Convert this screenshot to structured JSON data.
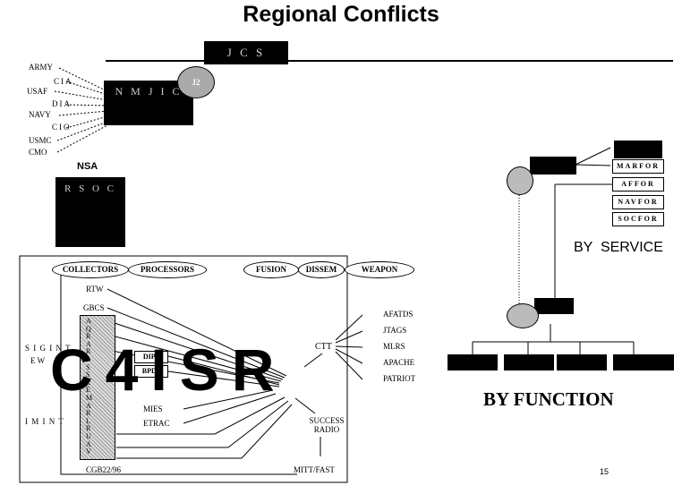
{
  "title": "Regional Conflicts",
  "top": {
    "jcs": "J C S",
    "nmjic": "N M J I C",
    "j2": "J2",
    "sources": [
      "ARMY",
      "CIA",
      "USAF",
      "DIA",
      "NAVY",
      "CIO",
      "USMC",
      "CMO"
    ],
    "nsa": "NSA",
    "rsoc": "R S O C"
  },
  "left_panel": {
    "headers": [
      "COLLECTORS",
      "PROCESSORS",
      "FUSION",
      "DISSEM",
      "WEAPON"
    ],
    "collectors": [
      "RTW",
      "GBCS",
      "MIES",
      "ETRAC"
    ],
    "processors": [
      "DIPS",
      "BPDS"
    ],
    "column_letters": [
      "A",
      "Q",
      "R",
      "A",
      "R",
      "L",
      "S",
      "S",
      "C",
      "E",
      "M",
      "A",
      "R",
      "L",
      "R",
      "U",
      "A",
      "V"
    ],
    "ctt": "CTT",
    "weapons": [
      "AFATDS",
      "JTAGS",
      "MLRS",
      "APACHE",
      "PATRIOT"
    ],
    "row_labels": {
      "sigint": "S I G I N T",
      "ew": "E W",
      "imint": "I M I N T"
    },
    "success_radio": "SUCCESS RADIO",
    "mitt_fast": "MITT/FAST",
    "footer_code": "CGB22/96",
    "overlay": "C4ISR"
  },
  "right_panel": {
    "service_components": [
      "MARFOR",
      "AFFOR",
      "NAVFOR",
      "SOCFOR"
    ],
    "by_service": "BY  SERVICE",
    "by_function": "BY FUNCTION",
    "page_number": "15"
  }
}
